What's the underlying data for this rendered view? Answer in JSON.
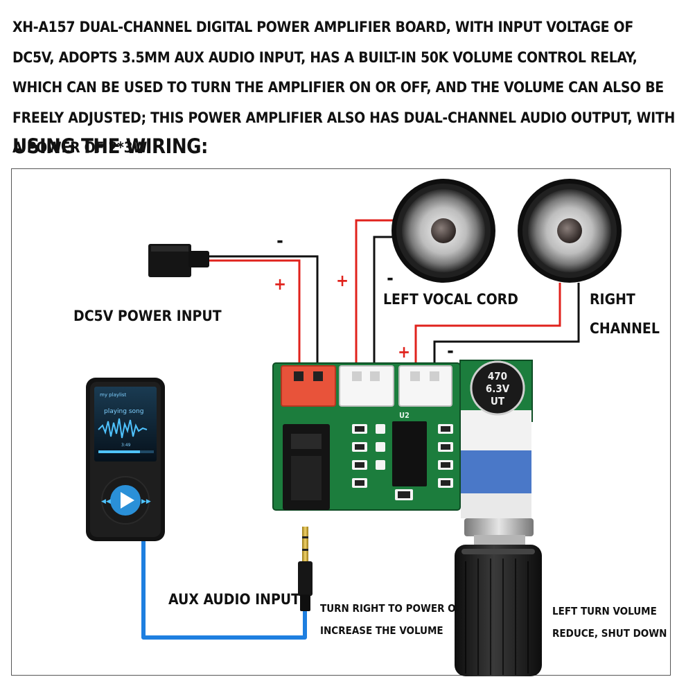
{
  "description": "XH-A157 DUAL-CHANNEL DIGITAL POWER AMPLIFIER BOARD, WITH INPUT VOLTAGE OF DC5V, ADOPTS 3.5MM AUX AUDIO INPUT, HAS A BUILT-IN 50K VOLUME CONTROL RELAY, WHICH CAN BE USED TO TURN THE AMPLIFIER ON OR OFF, AND THE VOLUME CAN ALSO BE FREELY ADJUSTED; THIS POWER AMPLIFIER ALSO HAS DUAL-CHANNEL AUDIO OUTPUT, WITH A POWER OF 2*3W.",
  "heading": "USING THE WIRING:",
  "labels": {
    "dc_input": "DC5V POWER INPUT",
    "left_channel": "LEFT VOCAL CORD",
    "right_channel_1": "RIGHT",
    "right_channel_2": "CHANNEL",
    "aux_input": "AUX AUDIO INPUT",
    "turn_right_1": "TURN RIGHT TO POWER ON",
    "turn_right_2": "INCREASE THE VOLUME",
    "turn_left_1": "LEFT TURN VOLUME",
    "turn_left_2": "REDUCE, SHUT DOWN"
  },
  "polarity": {
    "plus": "+",
    "minus": "-"
  },
  "capacitor": {
    "line1": "470",
    "line2": "6.3V",
    "line3": "UT"
  },
  "chip_label": "U2",
  "player": {
    "title": "my playlist",
    "song": "playing song",
    "time": "3:49"
  },
  "colors": {
    "red_wire": "#e0221c",
    "black_wire": "#111111",
    "aux_cable": "#1e7fe0",
    "pcb": "#1c7d3d"
  }
}
